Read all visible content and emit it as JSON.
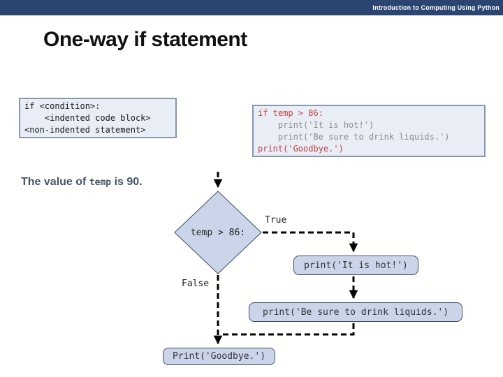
{
  "header": {
    "course": "Introduction to Computing Using Python"
  },
  "slide": {
    "title": "One-way if statement"
  },
  "syntax_box": {
    "line1": "if <condition>:",
    "line2": "    <indented code block>",
    "line3": "<non-indented statement>"
  },
  "example_box": {
    "line1": "if temp > 86:",
    "line2": "    print('It is hot!')",
    "line3": "    print('Be sure to drink liquids.')",
    "line4": "print('Goodbye.')"
  },
  "caption": {
    "prefix": "The value of",
    "variable": "temp",
    "suffix": "is 90."
  },
  "flowchart": {
    "condition": "temp > 86:",
    "true_label": "True",
    "false_label": "False",
    "box_hot": "print('It is hot!')",
    "box_liquids": "print('Be sure to drink liquids.')",
    "box_goodbye": "Print('Goodbye.')"
  },
  "colors": {
    "header_bar": "#2B4470",
    "header_text": "#FFFFFF",
    "code_red": "#C04444",
    "code_gray": "#8C8C8C",
    "codebox_fill": "#E9EDF6",
    "codebox_border": "#8697B2",
    "shape_fill": "#CBD5EA",
    "shape_border": "#3F4E66",
    "caption_text": "#44546A",
    "connector": "#000000"
  }
}
